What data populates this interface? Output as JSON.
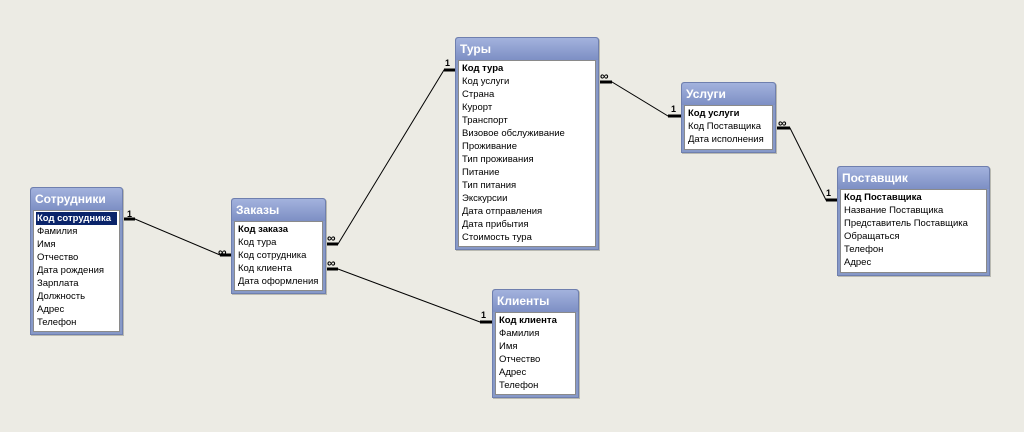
{
  "tables": [
    {
      "key": "sotrudniki",
      "title": "Сотрудники",
      "selected_index": 0,
      "fields": [
        "Код сотрудника",
        "Фамилия",
        "Имя",
        "Отчество",
        "Дата рождения",
        "Зарплата",
        "Должность",
        "Адрес",
        "Телефон"
      ]
    },
    {
      "key": "zakazy",
      "title": "Заказы",
      "fields": [
        "Код заказа",
        "Код тура",
        "Код сотрудника",
        "Код клиента",
        "Дата оформления"
      ]
    },
    {
      "key": "tury",
      "title": "Туры",
      "fields": [
        "Код тура",
        "Код услуги",
        "Страна",
        "Курорт",
        "Транспорт",
        "Визовое обслуживание",
        "Проживание",
        "Тип проживания",
        "Питание",
        "Тип питания",
        "Экскурсии",
        "Дата отправления",
        "Дата прибытия",
        "Стоимость тура"
      ]
    },
    {
      "key": "klienty",
      "title": "Клиенты",
      "fields": [
        "Код клиента",
        "Фамилия",
        "Имя",
        "Отчество",
        "Адрес",
        "Телефон"
      ]
    },
    {
      "key": "uslugi",
      "title": "Услуги",
      "fields": [
        "Код услуги",
        "Код Поставщика",
        "Дата исполнения"
      ]
    },
    {
      "key": "postavshchik",
      "title": "Поставщик",
      "fields": [
        "Код Поставщика",
        "Название Поставщика",
        "Представитель Поставщика",
        "Обращаться",
        "Телефон",
        "Адрес"
      ]
    }
  ],
  "relations": [
    {
      "from": "sotrudniki",
      "to": "zakazy",
      "one": "1",
      "many": "∞"
    },
    {
      "from": "tury",
      "to": "zakazy",
      "one": "1",
      "many": "∞"
    },
    {
      "from": "klienty",
      "to": "zakazy",
      "one": "1",
      "many": "∞"
    },
    {
      "from": "uslugi",
      "to": "tury",
      "one": "1",
      "many": "∞"
    },
    {
      "from": "postavshchik",
      "to": "uslugi",
      "one": "1",
      "many": "∞"
    }
  ]
}
